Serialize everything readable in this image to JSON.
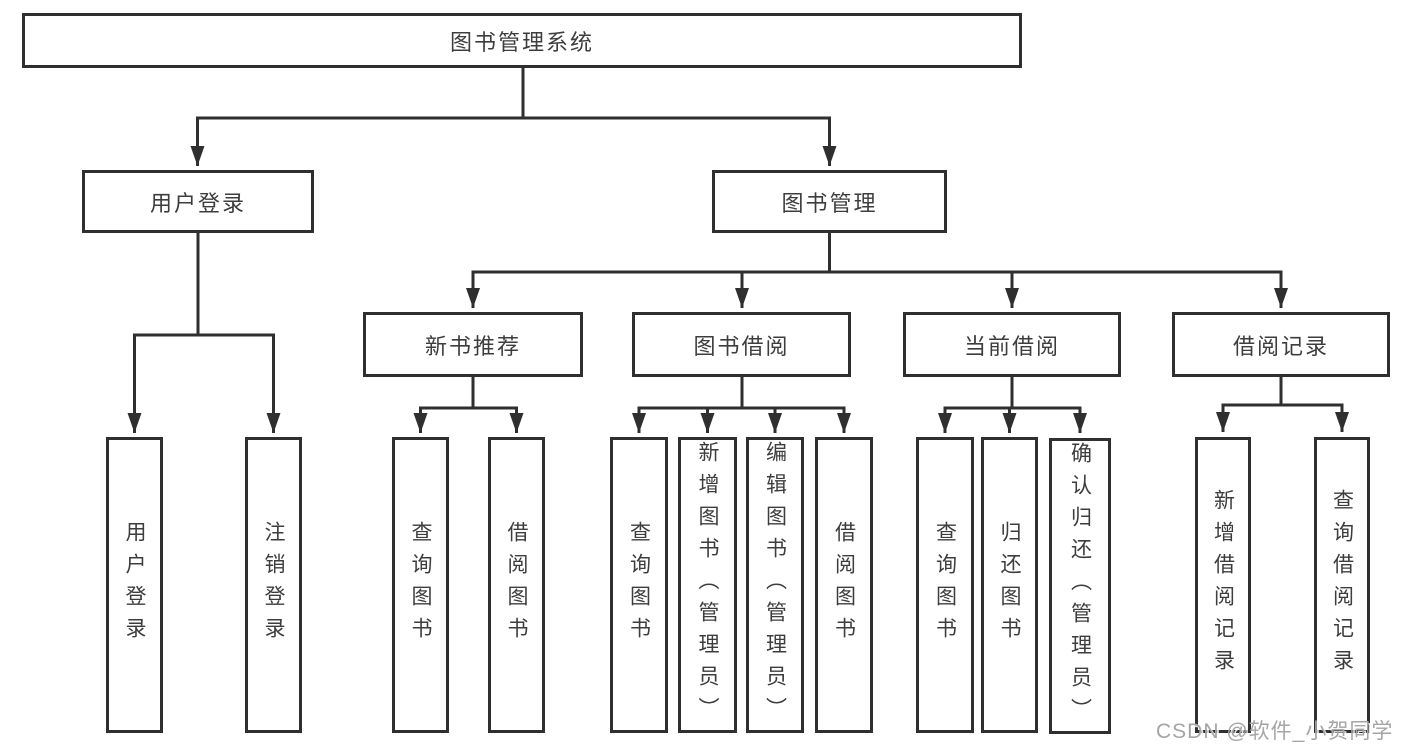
{
  "diagram": {
    "type": "hierarchy",
    "title": "图书管理系统",
    "colors": {
      "line": "#2f2f2f",
      "border": "#2f2f2f",
      "text": "#3d3d3d",
      "watermark": "#a5a5a5",
      "background": "#ffffff"
    },
    "tree": {
      "root": {
        "label": "图书管理系统",
        "children": [
          {
            "label": "用户登录",
            "children": [
              {
                "label": "用户登录"
              },
              {
                "label": "注销登录"
              }
            ]
          },
          {
            "label": "图书管理",
            "children": [
              {
                "label": "新书推荐",
                "children": [
                  {
                    "label": "查询图书"
                  },
                  {
                    "label": "借阅图书"
                  }
                ]
              },
              {
                "label": "图书借阅",
                "children": [
                  {
                    "label": "查询图书"
                  },
                  {
                    "label": "新增图书（管理员）"
                  },
                  {
                    "label": "编辑图书（管理员）"
                  },
                  {
                    "label": "借阅图书"
                  }
                ]
              },
              {
                "label": "当前借阅",
                "children": [
                  {
                    "label": "查询图书"
                  },
                  {
                    "label": "归还图书"
                  },
                  {
                    "label": "确认归还（管理员）"
                  }
                ]
              },
              {
                "label": "借阅记录",
                "children": [
                  {
                    "label": "新增借阅记录"
                  },
                  {
                    "label": "查询借阅记录"
                  }
                ]
              }
            ]
          }
        ]
      }
    },
    "edges": [
      [
        "图书管理系统",
        "用户登录"
      ],
      [
        "图书管理系统",
        "图书管理"
      ],
      [
        "用户登录",
        "用户登录(叶)"
      ],
      [
        "用户登录",
        "注销登录"
      ],
      [
        "图书管理",
        "新书推荐"
      ],
      [
        "图书管理",
        "图书借阅"
      ],
      [
        "图书管理",
        "当前借阅"
      ],
      [
        "图书管理",
        "借阅记录"
      ],
      [
        "新书推荐",
        "查询图书"
      ],
      [
        "新书推荐",
        "借阅图书"
      ],
      [
        "图书借阅",
        "查询图书"
      ],
      [
        "图书借阅",
        "新增图书（管理员）"
      ],
      [
        "图书借阅",
        "编辑图书（管理员）"
      ],
      [
        "图书借阅",
        "借阅图书"
      ],
      [
        "当前借阅",
        "查询图书"
      ],
      [
        "当前借阅",
        "归还图书"
      ],
      [
        "当前借阅",
        "确认归还（管理员）"
      ],
      [
        "借阅记录",
        "新增借阅记录"
      ],
      [
        "借阅记录",
        "查询借阅记录"
      ]
    ]
  },
  "watermark": "CSDN @软件_小贺同学"
}
